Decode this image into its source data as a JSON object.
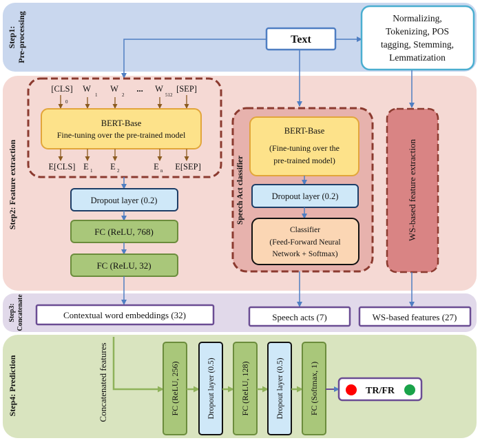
{
  "steps": {
    "step1": [
      "Step1:",
      "Pre-processing"
    ],
    "step2": "Step2: Feature extraction",
    "step3": [
      "Step3:",
      "Concatenate"
    ],
    "step4": "Step4: Prediction"
  },
  "text_box": "Text",
  "preprocess_box": [
    "Normalizing,",
    "Tokenizing, POS",
    "tagging, Stemming,",
    "Lemmatization"
  ],
  "bert_left": {
    "tokens": [
      "[CLS]",
      "W",
      "W",
      "...",
      "W",
      "[SEP]"
    ],
    "token_subs": [
      "0",
      "1",
      "2",
      "512"
    ],
    "title": "BERT-Base",
    "subtitle": "Fine-tuning over the pre-trained model",
    "outputs": [
      "E[CLS]",
      "E",
      "E",
      "E",
      "E[SEP]"
    ],
    "output_subs": [
      "1",
      "2",
      "n"
    ],
    "dropout": "Dropout layer (0.2)",
    "fc1": "FC (ReLU, 768)",
    "fc2": "FC (ReLU, 32)"
  },
  "speech_act": {
    "label": "Speech Act classifier",
    "bert_title": "BERT-Base",
    "bert_sub": [
      "(Fine-tuning over the",
      "pre-trained model)"
    ],
    "dropout": "Dropout layer (0.2)",
    "classifier": [
      "Classifier",
      "(Feed-Forward Neural",
      "Network + Softmax)"
    ]
  },
  "ws_box": "WS-based feature extraction",
  "concat": {
    "contextual": "Contextual word embeddings (32)",
    "speech_acts": "Speech acts (7)",
    "ws_features": "WS-based features (27)"
  },
  "prediction": {
    "concat_label": "Concatenated features",
    "layers": [
      "FC (ReLU, 256)",
      "Dropout layer (0.5)",
      "FC (ReLU, 128)",
      "Dropout layer (0.5)",
      "FC (Softmax, 1)"
    ],
    "output": "TR/FR"
  },
  "colors": {
    "step1_bg": "#c9d7ee",
    "step2_bg": "#f5d9d4",
    "step3_bg": "#e1d9ea",
    "step4_bg": "#d9e4bf",
    "arrow": "#4f7ec2",
    "dashed_border": "#8b3a2f",
    "bert_fill": "#fde28a",
    "dropout_fill": "#cfe8f8",
    "fc_fill": "#a9c77a",
    "classifier_fill": "#fbd6b4",
    "ws_fill": "#d98484",
    "purple_border": "#6a4c93",
    "output_red": "#ff0000",
    "output_green": "#1aa34a"
  }
}
